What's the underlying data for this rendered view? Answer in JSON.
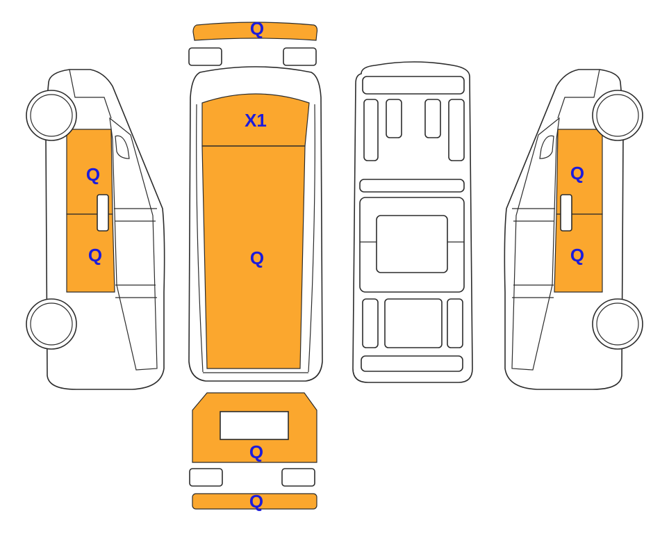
{
  "colors": {
    "damage_fill": "#FBA72E",
    "label_color": "#1C1CDB",
    "outline": "#2B2B2B"
  },
  "labels": {
    "front_bumper": "Q",
    "hood": "X1",
    "roof": "Q",
    "left_front_door": "Q",
    "left_sliding_door": "Q",
    "right_front_door": "Q",
    "right_sliding_door": "Q",
    "rear_doors": "Q",
    "rear_bumper": "Q"
  }
}
